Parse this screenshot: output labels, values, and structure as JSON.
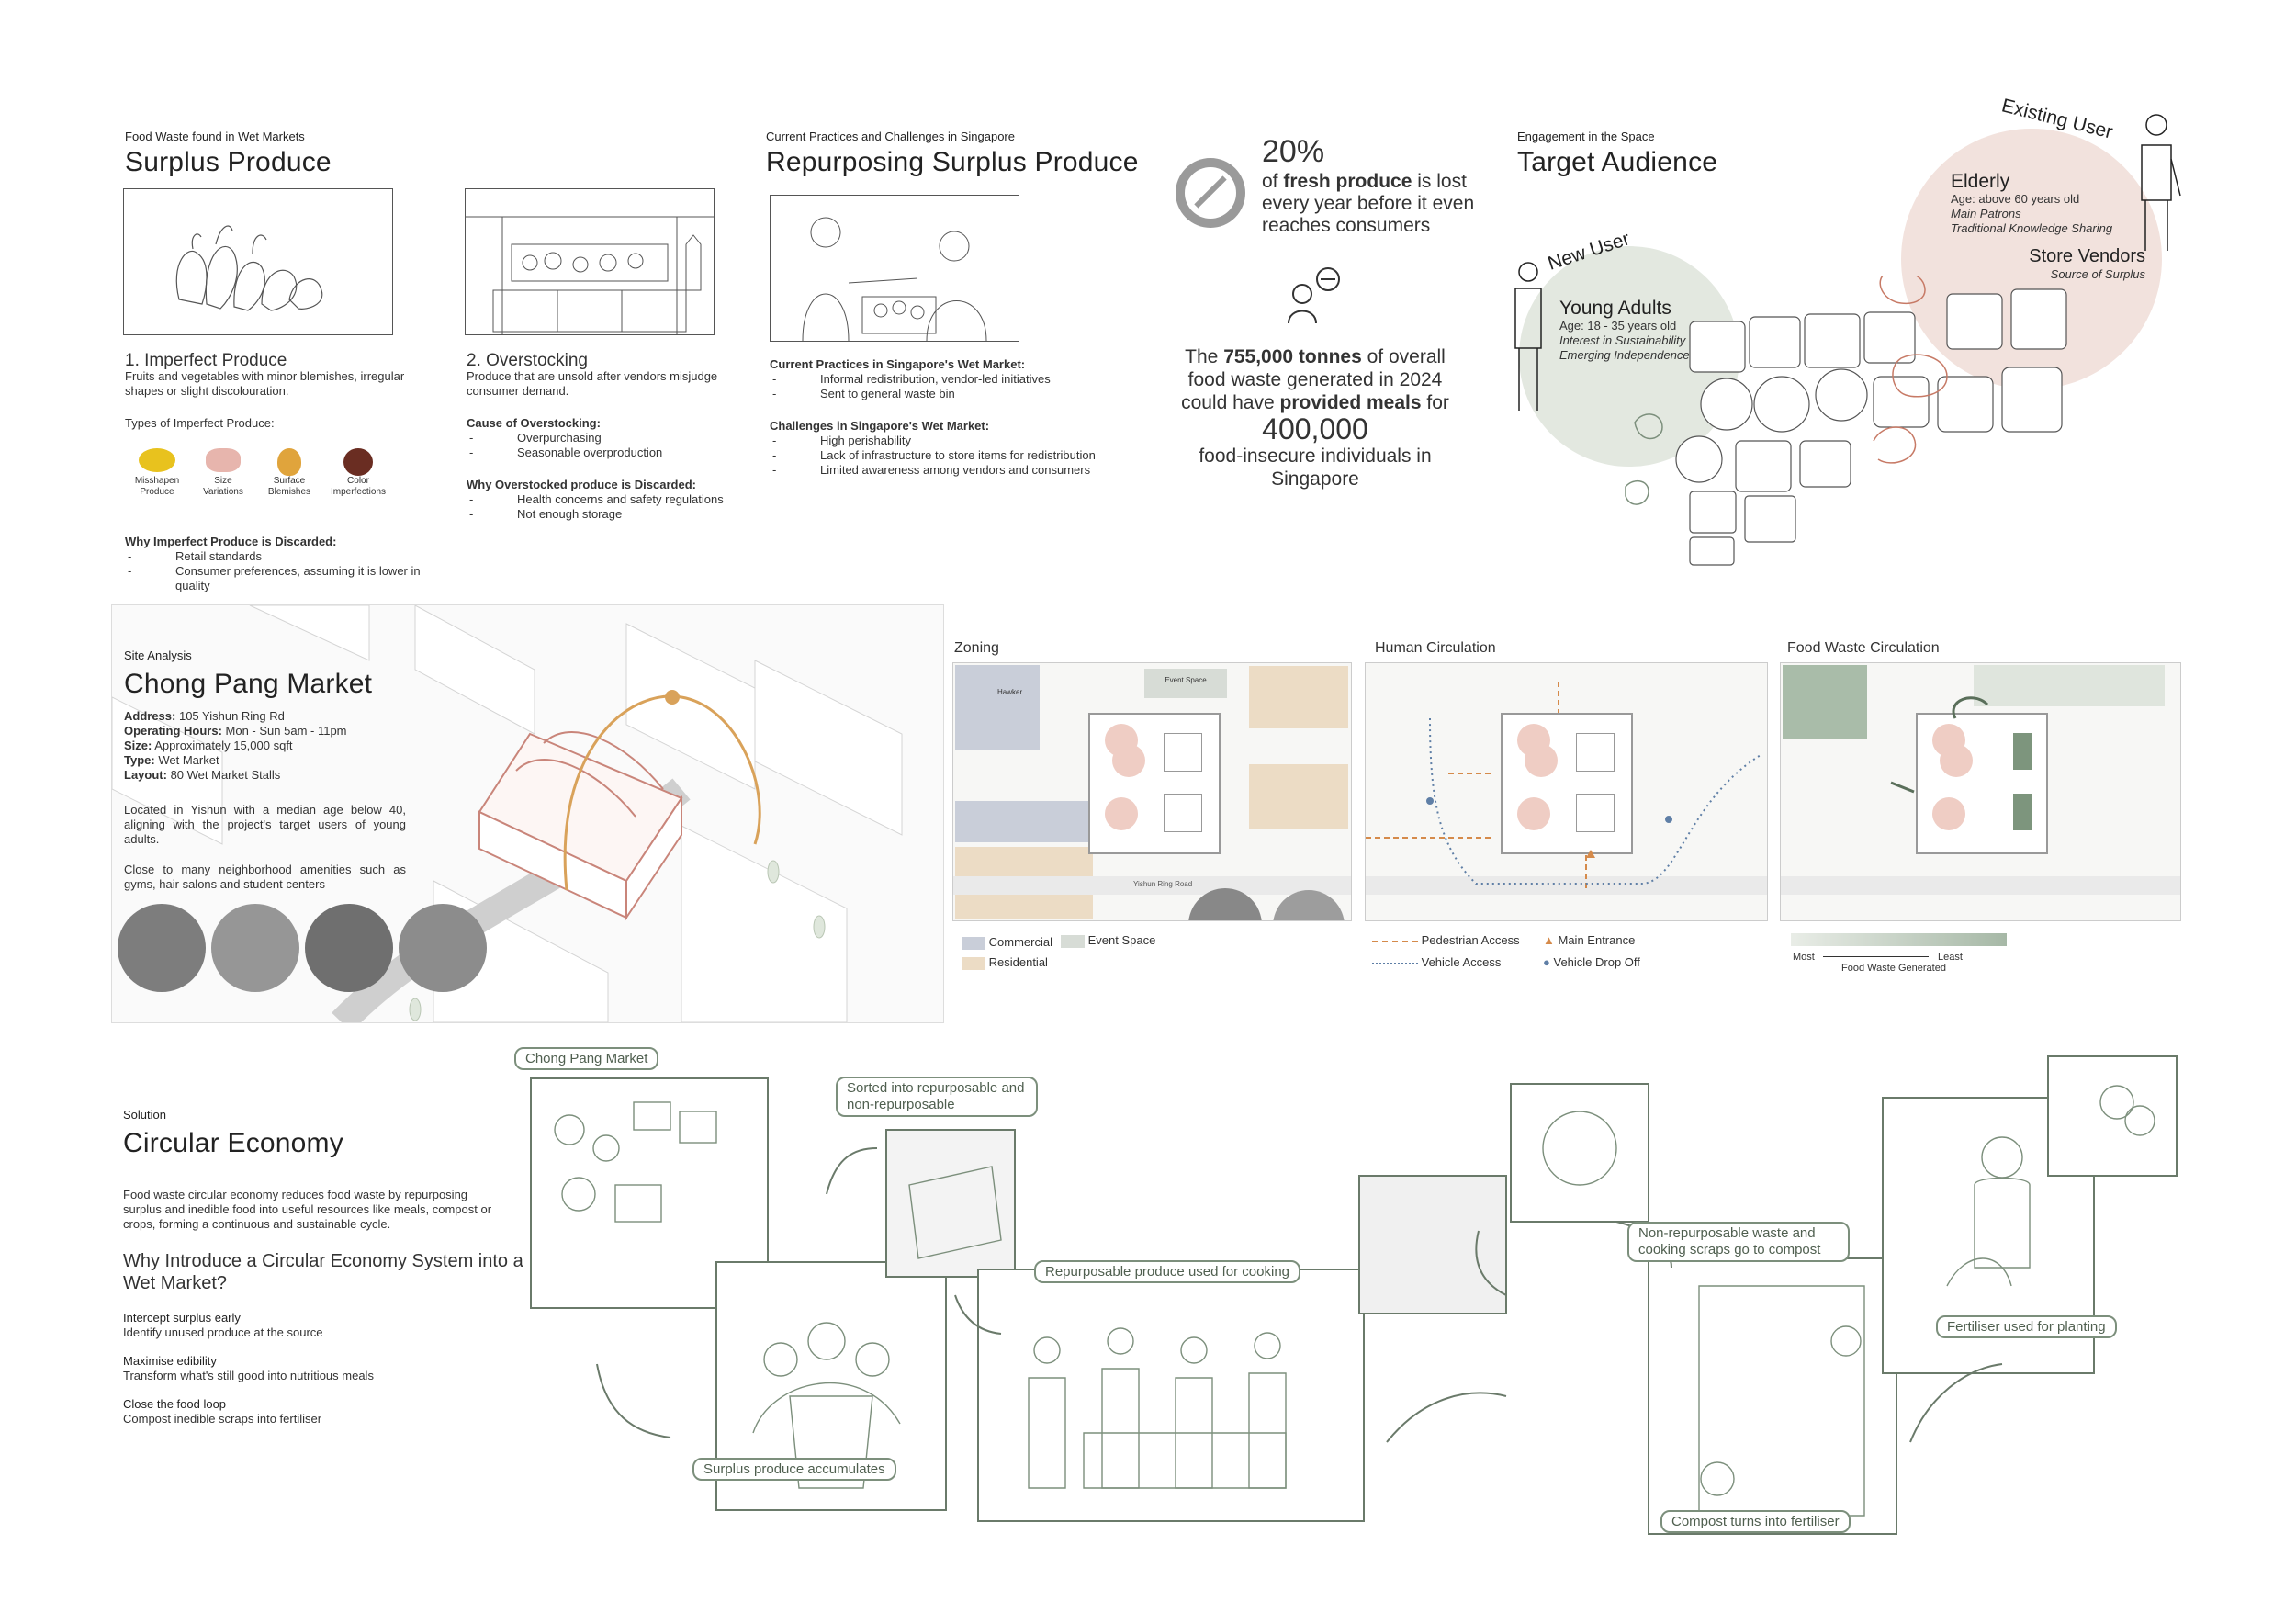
{
  "surplus": {
    "eyebrow": "Food Waste found in Wet Markets",
    "title": "Surplus Produce",
    "imperfect_title": "1. Imperfect Produce",
    "imperfect_desc": "Fruits and vegetables with minor blemishes, irregular shapes or slight discolouration.",
    "types_heading": "Types of Imperfect Produce:",
    "types": [
      "Misshapen Produce",
      "Size Variations",
      "Surface Blemishes",
      "Color Imperfections"
    ],
    "why_heading": "Why Imperfect Produce is Discarded:",
    "why": [
      "Retail standards",
      "Consumer preferences, assuming it is lower in quality"
    ],
    "overstock_title": "2. Overstocking",
    "overstock_desc": "Produce that are unsold after vendors misjudge consumer demand.",
    "cause_heading": "Cause of Overstocking:",
    "cause": [
      "Overpurchasing",
      "Seasonable overproduction"
    ],
    "why2_heading": "Why Overstocked produce is Discarded:",
    "why2": [
      "Health concerns and safety regulations",
      "Not enough storage"
    ]
  },
  "repurpose": {
    "eyebrow": "Current Practices and Challenges in Singapore",
    "title": "Repurposing Surplus Produce",
    "practices_heading": "Current Practices in Singapore's Wet Market:",
    "practices": [
      "Informal redistribution, vendor-led initiatives",
      "Sent to general waste bin"
    ],
    "challenges_heading": "Challenges in Singapore's Wet Market:",
    "challenges": [
      "High perishability",
      "Lack of infrastructure to store items for redistribution",
      "Limited awareness among vendors and consumers"
    ]
  },
  "stats": {
    "pct": "20%",
    "pct_line1_a": "of ",
    "pct_line1_b": "fresh produce",
    "pct_line1_c": " is lost",
    "pct_line2": "every year before it even",
    "pct_line3": "reaches consumers",
    "tonnes_a": "The ",
    "tonnes_b": "755,000 tonnes",
    "tonnes_c": " of overall",
    "tonnes_line2": "food waste generated in 2024",
    "tonnes_line3_a": "could have ",
    "tonnes_line3_b": "provided meals",
    "tonnes_line3_c": " for",
    "big": "400,000",
    "people_line1": "food-insecure individuals in",
    "people_line2": "Singapore"
  },
  "audience": {
    "eyebrow": "Engagement in the Space",
    "title": "Target Audience",
    "existing_label": "Existing User",
    "new_label": "New User",
    "elderly_title": "Elderly",
    "elderly_age": "Age: above 60 years old",
    "elderly_l1": "Main Patrons",
    "elderly_l2": "Traditional Knowledge Sharing",
    "vendors_title": "Store Vendors",
    "vendors_sub": "Source of Surplus",
    "young_title": "Young Adults",
    "young_age": "Age: 18 - 35 years old",
    "young_l1": "Interest in Sustainability",
    "young_l2": "Emerging Independence"
  },
  "site": {
    "eyebrow": "Site Analysis",
    "title": "Chong Pang Market",
    "address_k": "Address:",
    "address_v": " 105 Yishun Ring Rd",
    "hours_k": "Operating Hours:",
    "hours_v": " Mon - Sun 5am - 11pm",
    "size_k": "Size:",
    "size_v": " Approximately 15,000 sqft",
    "type_k": "Type:",
    "type_v": " Wet Market",
    "layout_k": "Layout:",
    "layout_v": " 80 Wet Market Stalls",
    "para1": "Located in Yishun with a median age below 40, aligning with the project's target users of young adults.",
    "para2": "Close to many neighborhood amenities such as gyms, hair salons and student centers"
  },
  "maps": {
    "zoning_title": "Zoning",
    "human_title": "Human Circulation",
    "waste_title": "Food Waste Circulation",
    "event_label": "Event Space",
    "hawker_label": "Hawker",
    "road_label": "Yishun Ring Road",
    "legend_commercial": "Commercial",
    "legend_event": "Event Space",
    "legend_residential": "Residential",
    "legend_ped": "Pedestrian Access",
    "legend_main": "Main Entrance",
    "legend_vehicle": "Vehicle Access",
    "legend_drop": "Vehicle Drop Off",
    "legend_most": "Most",
    "legend_least": "Least",
    "legend_generated": "Food Waste Generated"
  },
  "solution": {
    "eyebrow": "Solution",
    "title": "Circular Economy",
    "desc": "Food waste circular economy reduces food waste by repurposing surplus and inedible food into useful resources like meals, compost or crops, forming a continuous and sustainable cycle.",
    "why_title": "Why Introduce a Circular Economy System into a Wet Market?",
    "p1_t": "Intercept surplus early",
    "p1_d": "Identify unused produce at the source",
    "p2_t": "Maximise edibility",
    "p2_d": "Transform what's still good into nutritious meals",
    "p3_t": "Close the food loop",
    "p3_d": "Compost inedible scraps into fertiliser",
    "tag_market": "Chong Pang Market",
    "tag_sorted": "Sorted into repurposable and non-repurposable",
    "tag_accum": "Surplus produce accumulates",
    "tag_cooking": "Repurposable produce used for cooking",
    "tag_nonrep": "Non-repurposable waste and cooking scraps go to compost",
    "tag_compost": "Compost turns into fertiliser",
    "tag_fert": "Fertiliser used for planting"
  }
}
